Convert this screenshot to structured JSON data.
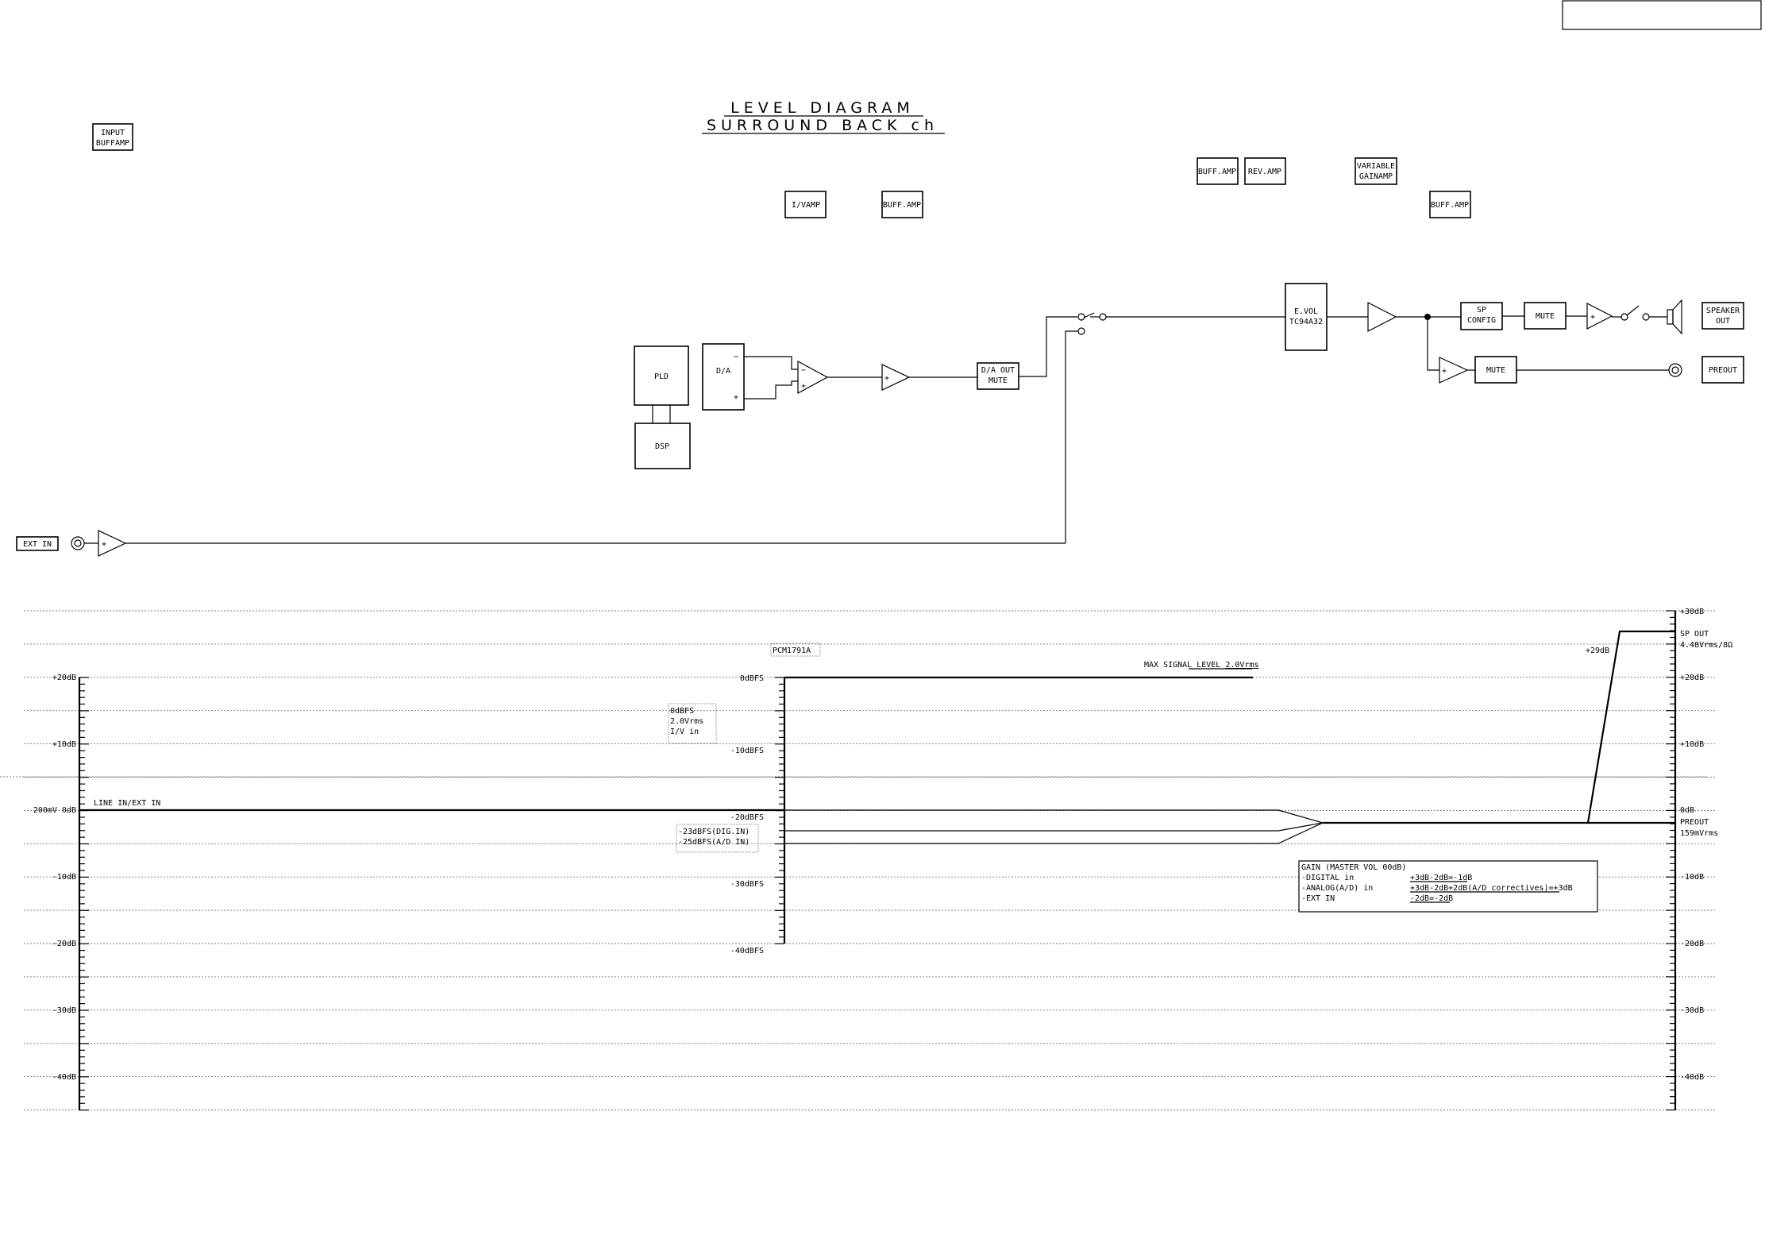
{
  "title": {
    "line1": "LEVEL DIAGRAM",
    "line2": "SURROUND BACK ch"
  },
  "amp_labels": {
    "input_buffamp_1": "INPUT",
    "input_buffamp_2": "BUFFAMP",
    "iv_amp": "I/VAMP",
    "buff_amp_1": "BUFF.AMP",
    "buff_amp_2": "BUFF.AMP",
    "rev_amp": "REV.AMP",
    "variable_gainamp_1": "VARIABLE",
    "variable_gainamp_2": "GAINAMP",
    "buff_amp_3": "BUFF.AMP"
  },
  "blocks": {
    "pld": "PLD",
    "dsp": "DSP",
    "da": "D/A",
    "da_minus": "−",
    "da_plus": "+",
    "da_out_mute_1": "D/A OUT",
    "da_out_mute_2": "MUTE",
    "evol_1": "E.VOL",
    "evol_2": "TC94A32",
    "sp_config_1": "SP",
    "sp_config_2": "CONFIG",
    "mute_1": "MUTE",
    "mute_2": "MUTE",
    "speaker_out_1": "SPEAKER",
    "speaker_out_2": "OUT",
    "preout": "PREOUT",
    "ext_in": "EXT IN",
    "plus_sign": "+"
  },
  "level_chart": {
    "left_ticks": [
      "+20dB",
      "+10dB",
      "200mV  0dB",
      "-10dB",
      "-20dB",
      "-30dB",
      "-40dB"
    ],
    "right_ticks": [
      "+30dB",
      "+20dB",
      "+10dB",
      "0dB",
      "-10dB",
      "-20dB",
      "-30dB",
      "-40dB"
    ],
    "mid_ticks": [
      "0dBFS",
      "-10dBFS",
      "-20dBFS",
      "-30dBFS",
      "-40dBFS"
    ],
    "line_in_label": "LINE IN/EXT IN",
    "pcm_label": "PCM1791A",
    "odbfs_note": [
      "0dBFS",
      "2.0Vrms",
      "I/V in"
    ],
    "dig_note": [
      "-23dBFS(DIG.IN)",
      "-25dBFS(A/D IN)"
    ],
    "max_signal_text": "MAX SIGNAL LEVEL ",
    "max_signal_value": "2.0Vrms",
    "plus29": "+29dB",
    "sp_out_1": "SP OUT",
    "sp_out_2": "4.48Vrms/8Ω",
    "preout_1": "PREOUT",
    "preout_2": "159mVrms",
    "gain_title": "GAIN (MASTER VOL 00dB)",
    "gain_rows": [
      {
        "label": "-DIGITAL in",
        "value": "+3dB-2dB=-1dB"
      },
      {
        "label": "-ANALOG(A/D) in",
        "value": "+3dB-2dB+2dB(A/D correctives)=+3dB"
      },
      {
        "label": "-EXT IN",
        "value": "-2dB=-2dB"
      }
    ]
  }
}
